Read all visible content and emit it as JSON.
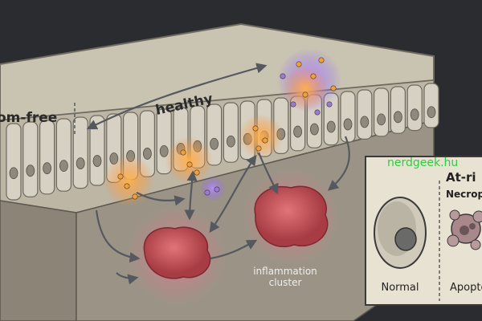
{
  "labels": {
    "left_region": "om-free",
    "healthy": "healthy",
    "cluster_line1": "inflammation",
    "cluster_line2": "cluster"
  },
  "watermark": "nerdgeek.hu",
  "inset": {
    "title": "At-ri",
    "subtitle": "Necrop",
    "normal_label": "Normal",
    "apoptotic_label": "Apopto"
  },
  "colors": {
    "background": "#2a2c30",
    "tissue_top": "#c9c3b2",
    "tissue_side": "#8c8577",
    "cell_fill": "#d6d1c3",
    "inflammation_orange": "#f2a13a",
    "inflammation_purple": "#9a7ad8",
    "cluster_red": "#c9545a",
    "arrow": "#55595f",
    "label_white": "#eeeeee",
    "watermark_green": "#2ecc40",
    "inset_bg": "#e8e2d2"
  }
}
